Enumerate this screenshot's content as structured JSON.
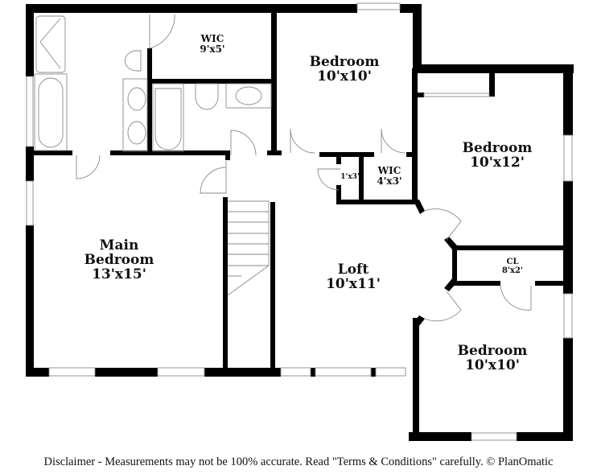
{
  "floorplan": {
    "rooms": [
      {
        "id": "wic-main",
        "name": "WIC",
        "size": "9'x5'"
      },
      {
        "id": "bedroom-top",
        "name": "Bedroom",
        "size": "10'x10'"
      },
      {
        "id": "bedroom-right",
        "name": "Bedroom",
        "size": "10'x12'"
      },
      {
        "id": "main-bedroom",
        "name": "Main Bedroom",
        "name_line1": "Main",
        "name_line2": "Bedroom",
        "size": "13'x15'"
      },
      {
        "id": "closet-small",
        "name": "",
        "size": "1'x3'"
      },
      {
        "id": "wic-small",
        "name": "WIC",
        "size": "4'x3'"
      },
      {
        "id": "loft",
        "name": "Loft",
        "size": "10'x11'"
      },
      {
        "id": "closet-cl",
        "name": "CL",
        "size": "8'x2'"
      },
      {
        "id": "bedroom-bottom",
        "name": "Bedroom",
        "size": "10'x10'"
      }
    ],
    "colors": {
      "wall": "#000000",
      "fixture": "#8a8a8a",
      "background": "#ffffff"
    }
  },
  "footer": {
    "disclaimer": "Disclaimer - Measurements may not be 100% accurate. Read \"Terms & Conditions\" carefully. © PlanOmatic"
  }
}
